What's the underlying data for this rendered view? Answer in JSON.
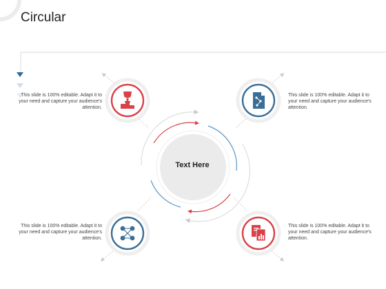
{
  "slide": {
    "title": "Circular",
    "center_text": "Text Here"
  },
  "items": [
    {
      "id": "top-left",
      "icon": "trophy-podium-icon",
      "color": "#d94148",
      "text": "This slide is 100% editable. Adapt it to your need and capture your audience's attention."
    },
    {
      "id": "top-right",
      "icon": "document-flow-icon",
      "color": "#3a6e97",
      "text": "This slide is 100% editable. Adapt it to your need and capture your audience's attention."
    },
    {
      "id": "bottom-left",
      "icon": "network-nodes-icon",
      "color": "#3a6e97",
      "text": "This slide is 100% editable. Adapt it to your need and capture your audience's attention."
    },
    {
      "id": "bottom-right",
      "icon": "report-chart-icon",
      "color": "#d94148",
      "text": "This slide is 100% editable. Adapt it to your need and capture your audience's attention."
    }
  ],
  "colors": {
    "red": "#d94148",
    "blue": "#3a6e97",
    "light_blue": "#5a97c7",
    "grey": "#cfcfcf"
  }
}
